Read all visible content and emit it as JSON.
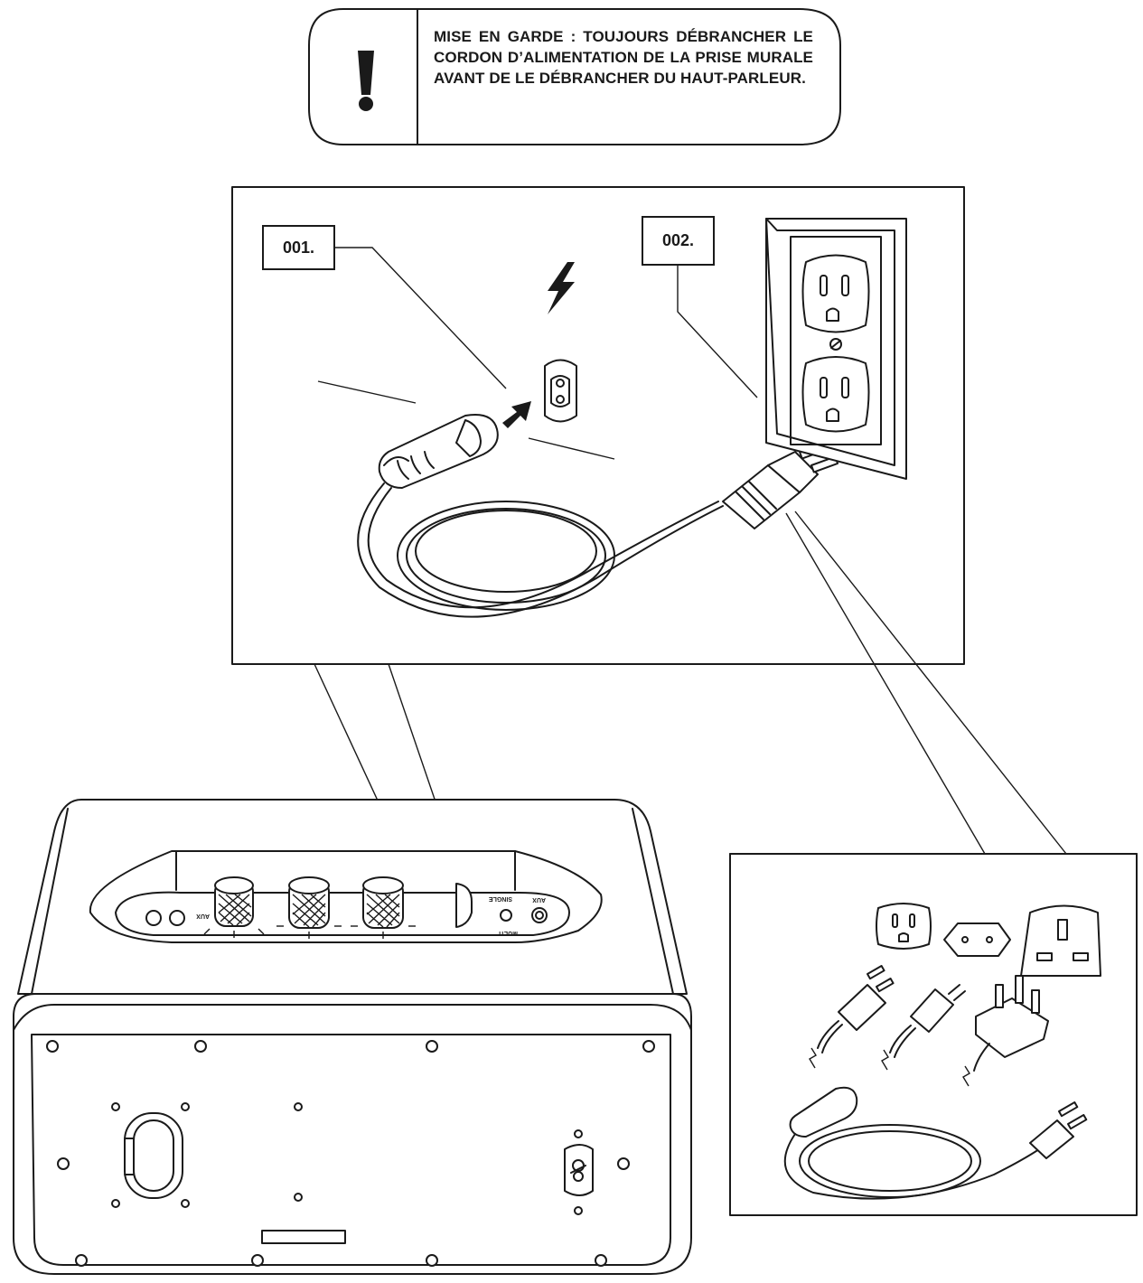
{
  "warning": {
    "icon": "exclamation-icon",
    "text": "MISE EN GARDE : TOUJOURS DÉBRANCHER LE CORDON D’ALIMENTATION DE LA PRISE MURALE AVANT DE LE DÉBRANCHER DU HAUT-PARLEUR."
  },
  "steps": {
    "step1_label": "001.",
    "step2_label": "002."
  },
  "speaker_panel": {
    "labels": [
      "AUX",
      "SINGLE",
      "AUX",
      "MULTI"
    ]
  },
  "icons": [
    "lightning-icon",
    "power-inlet-icon",
    "wall-outlet-icon",
    "plug-icon",
    "arrow-icon"
  ],
  "colors": {
    "ink": "#1a1a1a",
    "background": "#ffffff"
  }
}
